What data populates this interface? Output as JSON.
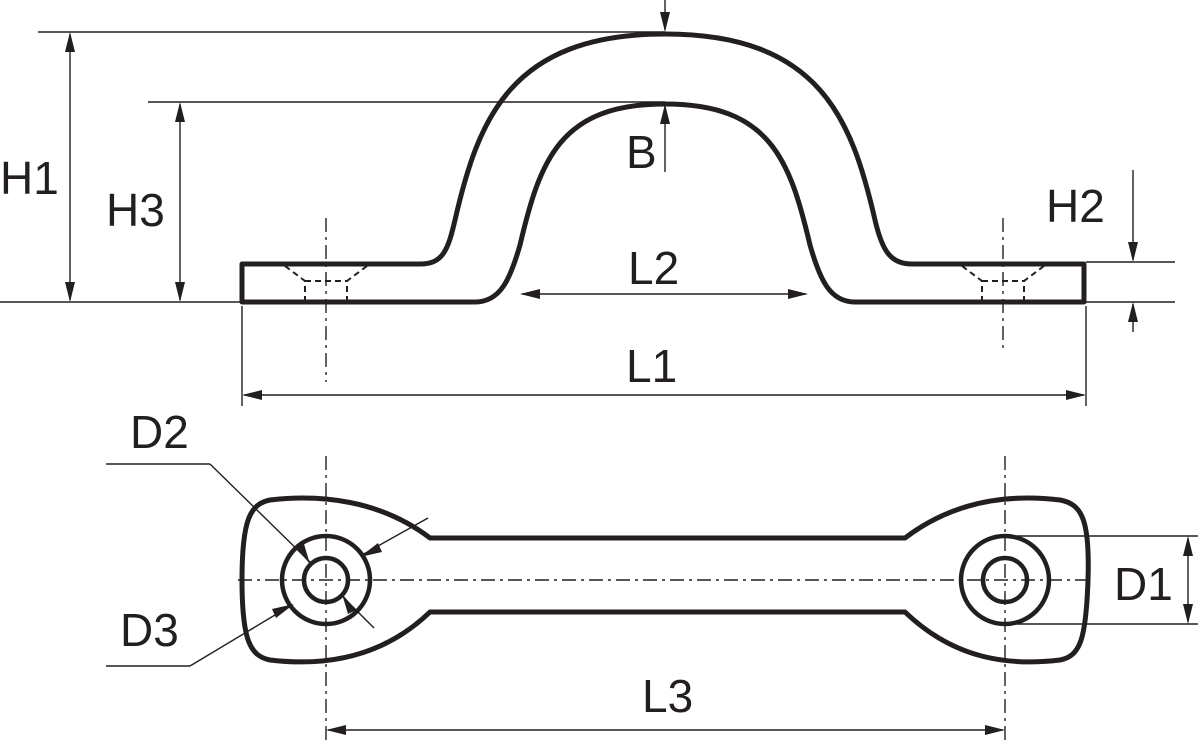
{
  "labels": {
    "h1": "H1",
    "h2": "H2",
    "h3": "H3",
    "b": "B",
    "l1": "L1",
    "l2": "L2",
    "l3": "L3",
    "d1": "D1",
    "d2": "D2",
    "d3": "D3"
  },
  "colors": {
    "line": "#231f20",
    "background": "#ffffff"
  }
}
